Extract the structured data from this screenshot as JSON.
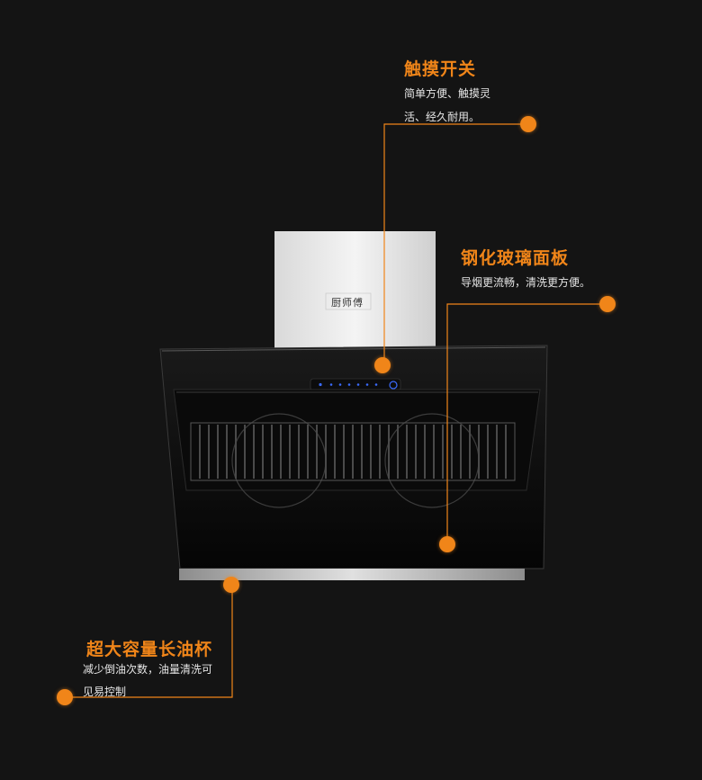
{
  "features": {
    "touch": {
      "title": "触摸开关",
      "desc_line1": "简单方便、触摸灵",
      "desc_line2": "活、经久耐用。"
    },
    "glass": {
      "title": "钢化玻璃面板",
      "desc_line1": "导烟更流畅，清洗更方便。"
    },
    "oilcup": {
      "title": "超大容量长油杯",
      "desc_line1": "减少倒油次数，油量清洗可",
      "desc_line2": "见易控制"
    }
  },
  "product": {
    "brand": "厨师傅"
  },
  "colors": {
    "accent": "#f08519",
    "background": "#141414"
  }
}
